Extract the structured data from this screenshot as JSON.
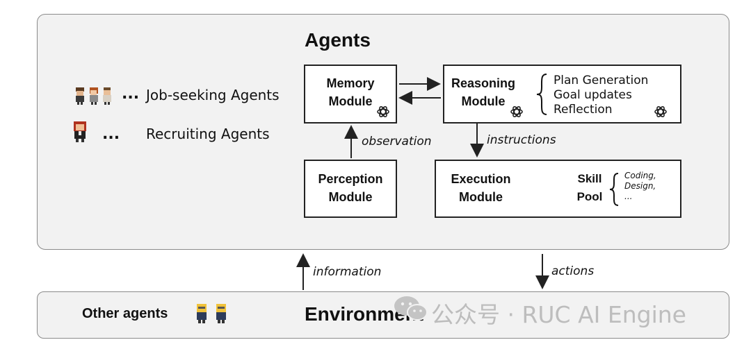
{
  "agents_title": "Agents",
  "environment_title": "Environment",
  "legend": {
    "job_seeking_dots": "...",
    "job_seeking_label": "Job-seeking Agents",
    "recruiting_dots": "...",
    "recruiting_label": "Recruiting Agents"
  },
  "modules": {
    "memory": {
      "line1": "Memory",
      "line2": "Module"
    },
    "reasoning": {
      "line1": "Reasoning",
      "line2": "Module",
      "items": [
        "Plan Generation",
        "Goal updates",
        "Reflection"
      ]
    },
    "perception": {
      "line1": "Perception",
      "line2": "Module"
    },
    "execution": {
      "line1": "Execution",
      "line2": "Module",
      "skill_line1": "Skill",
      "skill_line2": "Pool",
      "skills": [
        "Coding,",
        "Design,",
        "..."
      ]
    }
  },
  "arrows": {
    "observation": "observation",
    "instructions": "instructions",
    "information": "information",
    "actions": "actions"
  },
  "environment": {
    "other_agents": "Other agents"
  },
  "watermark": "公众号 · RUC AI Engine",
  "colors": {
    "panel_bg": "#f2f2f2",
    "border": "#8a8a8a",
    "module_border": "#222222",
    "watermark": "#bdbdbd"
  }
}
